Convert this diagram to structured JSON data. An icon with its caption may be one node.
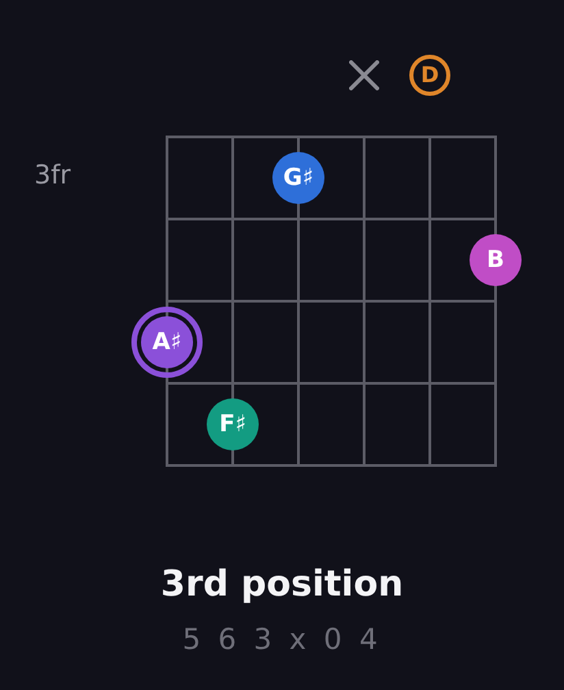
{
  "diagram": {
    "title": "3rd position",
    "caption": "5 6 3 x 0 4",
    "nodes": [
      {
        "text": [
          "D"
        ]
      },
      {
        "text": [
          "G♯"
        ]
      },
      {
        "text": [
          "B"
        ]
      },
      {
        "text": [
          "A♯"
        ]
      },
      {
        "text": [
          "F♯"
        ]
      }
    ],
    "labels": [
      "3fr"
    ]
  }
}
